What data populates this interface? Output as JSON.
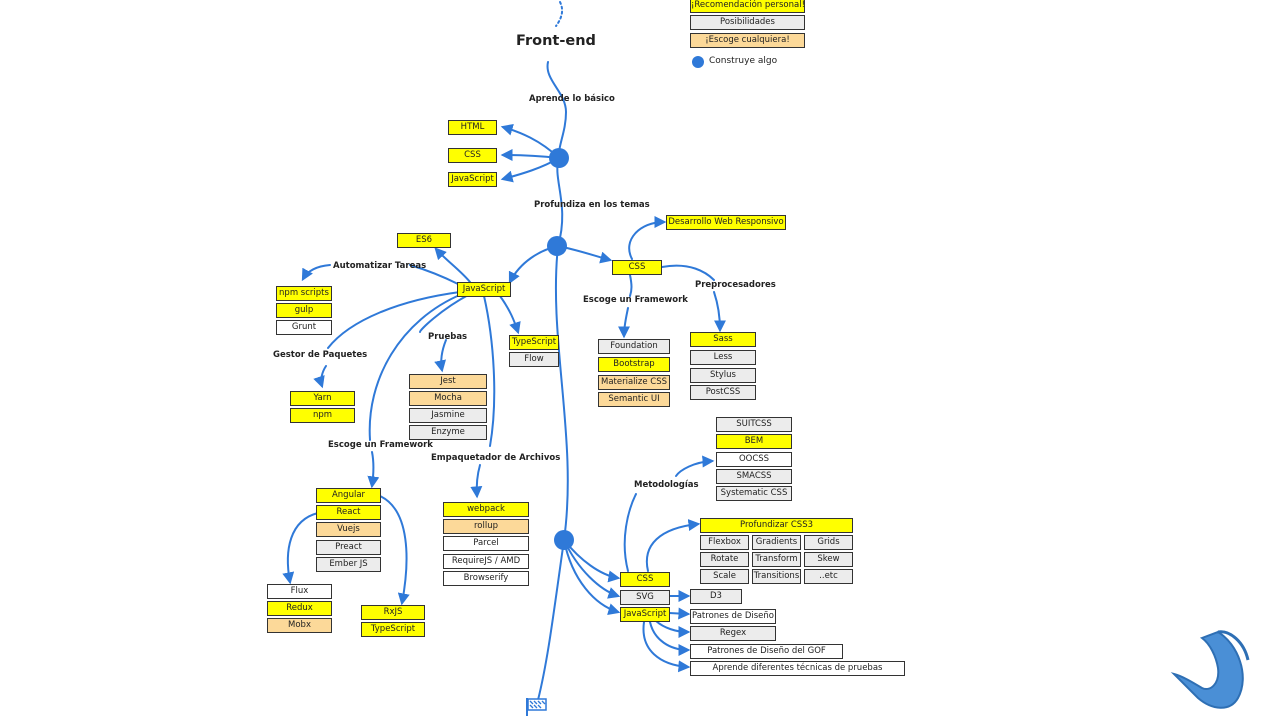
{
  "title": "Front-end",
  "legend": {
    "recommendation": "¡Recomendación personal!",
    "possibilities": "Posibilidades",
    "any": "¡Escoge cualquiera!",
    "build": "Construye algo"
  },
  "labels": {
    "basics": "Aprende lo básico",
    "deep": "Profundiza en los temas",
    "automate": "Automatizar Tareas",
    "packages": "Gestor de Paquetes",
    "tests": "Pruebas",
    "js_framework": "Escoge un Framework",
    "bundler": "Empaquetador de Archivos",
    "css_framework": "Escoge un Framework",
    "preprocessors": "Preprocesadores",
    "methodologies": "Metodologías"
  },
  "boxes": {
    "html": "HTML",
    "css_basic": "CSS",
    "js_basic": "JavaScript",
    "es6": "ES6",
    "javascript": "JavaScript",
    "npm_scripts": "npm scripts",
    "gulp": "gulp",
    "grunt": "Grunt",
    "yarn": "Yarn",
    "npm": "npm",
    "jest": "Jest",
    "mocha": "Mocha",
    "jasmine": "Jasmine",
    "enzyme": "Enzyme",
    "typescript": "TypeScript",
    "flow": "Flow",
    "angular": "Angular",
    "react": "React",
    "vuejs": "Vuejs",
    "preact": "Preact",
    "ember": "Ember JS",
    "flux": "Flux",
    "redux": "Redux",
    "mobx": "Mobx",
    "rxjs": "RxJS",
    "typescript2": "TypeScript",
    "webpack": "webpack",
    "rollup": "rollup",
    "parcel": "Parcel",
    "requirejs": "RequireJS / AMD",
    "browserify": "Browserify",
    "responsive": "Desarrollo Web Responsivo",
    "css_mid": "CSS",
    "foundation": "Foundation",
    "bootstrap": "Bootstrap",
    "materialize": "Materialize CSS",
    "semantic": "Semantic UI",
    "sass": "Sass",
    "less": "Less",
    "stylus": "Stylus",
    "postcss": "PostCSS",
    "suitcss": "SUITCSS",
    "bem": "BEM",
    "oocss": "OOCSS",
    "smacss": "SMACSS",
    "systematic": "Systematic CSS",
    "css3": "Profundizar CSS3",
    "flexbox": "Flexbox",
    "gradients": "Gradients",
    "grids": "Grids",
    "rotate": "Rotate",
    "transform": "Transform",
    "skew": "Skew",
    "scale": "Scale",
    "transitions": "Transitions",
    "etc": "..etc",
    "css_adv": "CSS",
    "svg": "SVG",
    "d3": "D3",
    "js_adv": "JavaScript",
    "patterns": "Patrones de Diseño",
    "regex": "Regex",
    "gof": "Patrones de Diseño del GOF",
    "testing": "Aprende diferentes técnicas de pruebas"
  },
  "colors": {
    "recommended": "#ffff00",
    "possibility": "#ececec",
    "any": "#fcd999",
    "line": "#2f79d8"
  }
}
